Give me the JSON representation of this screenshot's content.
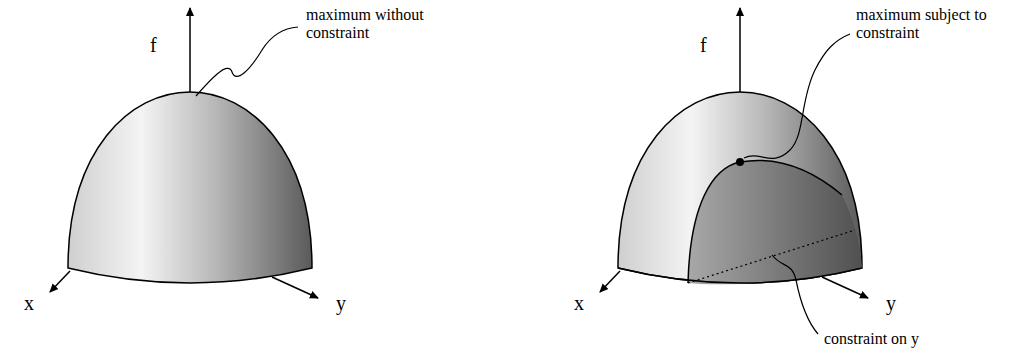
{
  "diagram": {
    "labels": [
      "f",
      "maximum without constraint",
      "x",
      "y",
      "f",
      "maximum subject to constraint",
      "x",
      "y",
      "constraint on y"
    ]
  }
}
